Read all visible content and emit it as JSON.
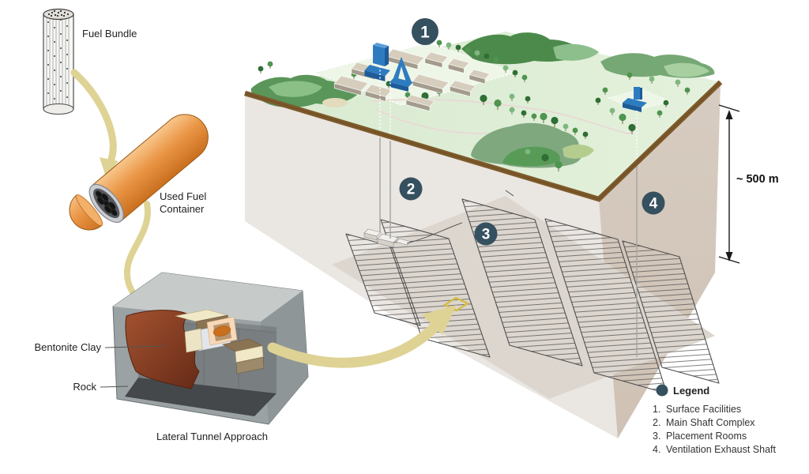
{
  "diagram": {
    "labels": {
      "fuel_bundle": "Fuel Bundle",
      "used_fuel_line1": "Used Fuel",
      "used_fuel_line2": "Container",
      "bentonite": "Bentonite Clay",
      "rock": "Rock",
      "lateral_tunnel": "Lateral Tunnel Approach",
      "depth": "~ 500 m"
    },
    "badges": [
      "1",
      "2",
      "3",
      "4"
    ],
    "legend": {
      "title": "Legend",
      "items": [
        {
          "num": "1.",
          "label": "Surface Facilities"
        },
        {
          "num": "2.",
          "label": "Main Shaft Complex"
        },
        {
          "num": "3.",
          "label": "Placement Rooms"
        },
        {
          "num": "4.",
          "label": "Ventilation Exhaust Shaft"
        }
      ]
    },
    "colors": {
      "badge": "#35505f",
      "arrow_yellow": "#ded394",
      "container_orange": "#e8913f",
      "surface_green": "#dcecd6",
      "soil_brown": "#7d5a2b",
      "rock_gray": "#9ba2a4",
      "headframe_blue": "#2e7cc0"
    }
  }
}
